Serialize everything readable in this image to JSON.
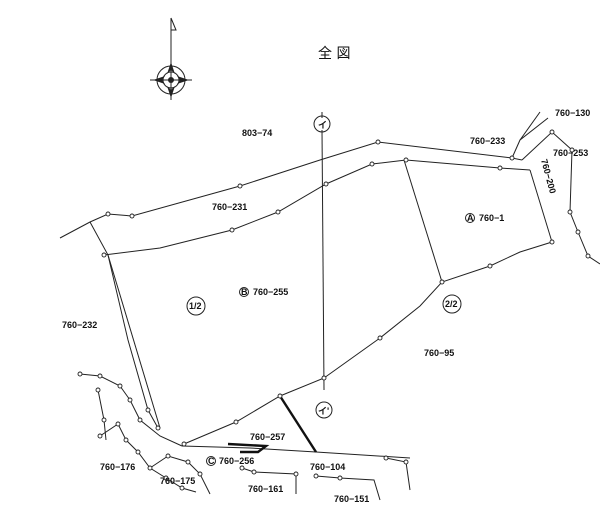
{
  "title": "全 図",
  "north_arrow": "north-arrow-icon",
  "section_markers": [
    {
      "id": "top",
      "label": "イ"
    },
    {
      "id": "bottom",
      "label": "イ'"
    }
  ],
  "page_markers": [
    "1/2",
    "2/2"
  ],
  "parcels": [
    {
      "id": "803-74",
      "label": "803−74"
    },
    {
      "id": "760-231",
      "label": "760−231"
    },
    {
      "id": "760-255",
      "label": "760−255",
      "prefix": "B"
    },
    {
      "id": "760-233",
      "label": "760−233"
    },
    {
      "id": "760-130",
      "label": "760−130"
    },
    {
      "id": "760-253",
      "label": "760−253"
    },
    {
      "id": "760-200",
      "label": "760−200"
    },
    {
      "id": "760-1",
      "label": "760−1",
      "prefix": "A"
    },
    {
      "id": "760-232",
      "label": "760−232"
    },
    {
      "id": "760-95",
      "label": "760−95"
    },
    {
      "id": "760-257",
      "label": "760−257"
    },
    {
      "id": "760-256",
      "label": "760−256",
      "prefix": "C"
    },
    {
      "id": "760-104",
      "label": "760−104"
    },
    {
      "id": "760-176",
      "label": "760−176"
    },
    {
      "id": "760-175",
      "label": "760−175"
    },
    {
      "id": "760-161",
      "label": "760−161"
    },
    {
      "id": "760-151",
      "label": "760−151"
    }
  ]
}
